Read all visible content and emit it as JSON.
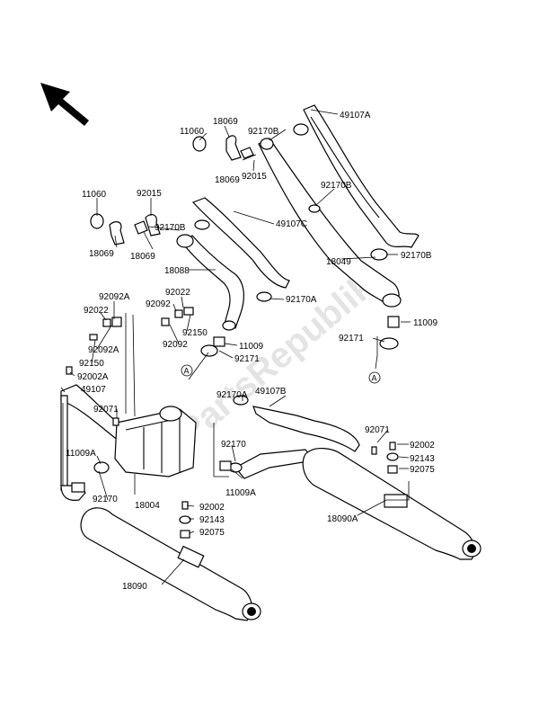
{
  "watermark": "PartsRepublik",
  "ref_marker": "A",
  "labels": [
    {
      "id": "49107A",
      "text": "49107A"
    },
    {
      "id": "18069a",
      "text": "18069"
    },
    {
      "id": "11060a",
      "text": "11060"
    },
    {
      "id": "92170Ba",
      "text": "92170B"
    },
    {
      "id": "18069b",
      "text": "18069"
    },
    {
      "id": "92015a",
      "text": "92015"
    },
    {
      "id": "92170Bb",
      "text": "92170B"
    },
    {
      "id": "11060b",
      "text": "11060"
    },
    {
      "id": "92015b",
      "text": "92015"
    },
    {
      "id": "49107C",
      "text": "49107C"
    },
    {
      "id": "92170Bc",
      "text": "92170B"
    },
    {
      "id": "18069c",
      "text": "18069"
    },
    {
      "id": "18069d",
      "text": "18069"
    },
    {
      "id": "18049",
      "text": "18049"
    },
    {
      "id": "92170Bd",
      "text": "92170B"
    },
    {
      "id": "18088",
      "text": "18088"
    },
    {
      "id": "92170Aa",
      "text": "92170A"
    },
    {
      "id": "92092Aa",
      "text": "92092A"
    },
    {
      "id": "92022a",
      "text": "92022"
    },
    {
      "id": "92022b",
      "text": "92022"
    },
    {
      "id": "92092a",
      "text": "92092"
    },
    {
      "id": "11009a",
      "text": "11009"
    },
    {
      "id": "92150a",
      "text": "92150"
    },
    {
      "id": "92092Ab",
      "text": "92092A"
    },
    {
      "id": "92092b",
      "text": "92092"
    },
    {
      "id": "92171a",
      "text": "92171"
    },
    {
      "id": "92150b",
      "text": "92150"
    },
    {
      "id": "11009b",
      "text": "11009"
    },
    {
      "id": "92002A",
      "text": "92002A"
    },
    {
      "id": "92171b",
      "text": "92171"
    },
    {
      "id": "49107",
      "text": "49107"
    },
    {
      "id": "92170Ab",
      "text": "92170A"
    },
    {
      "id": "49107B",
      "text": "49107B"
    },
    {
      "id": "92071a",
      "text": "92071"
    },
    {
      "id": "92071b",
      "text": "92071"
    },
    {
      "id": "92002a",
      "text": "92002"
    },
    {
      "id": "92143a",
      "text": "92143"
    },
    {
      "id": "11009Aa",
      "text": "11009A"
    },
    {
      "id": "92170a",
      "text": "92170"
    },
    {
      "id": "92075a",
      "text": "92075"
    },
    {
      "id": "11009Ab",
      "text": "11009A"
    },
    {
      "id": "92170b",
      "text": "92170"
    },
    {
      "id": "18004",
      "text": "18004"
    },
    {
      "id": "92002b",
      "text": "92002"
    },
    {
      "id": "92143b",
      "text": "92143"
    },
    {
      "id": "18090A",
      "text": "18090A"
    },
    {
      "id": "92075b",
      "text": "92075"
    },
    {
      "id": "18090",
      "text": "18090"
    }
  ]
}
